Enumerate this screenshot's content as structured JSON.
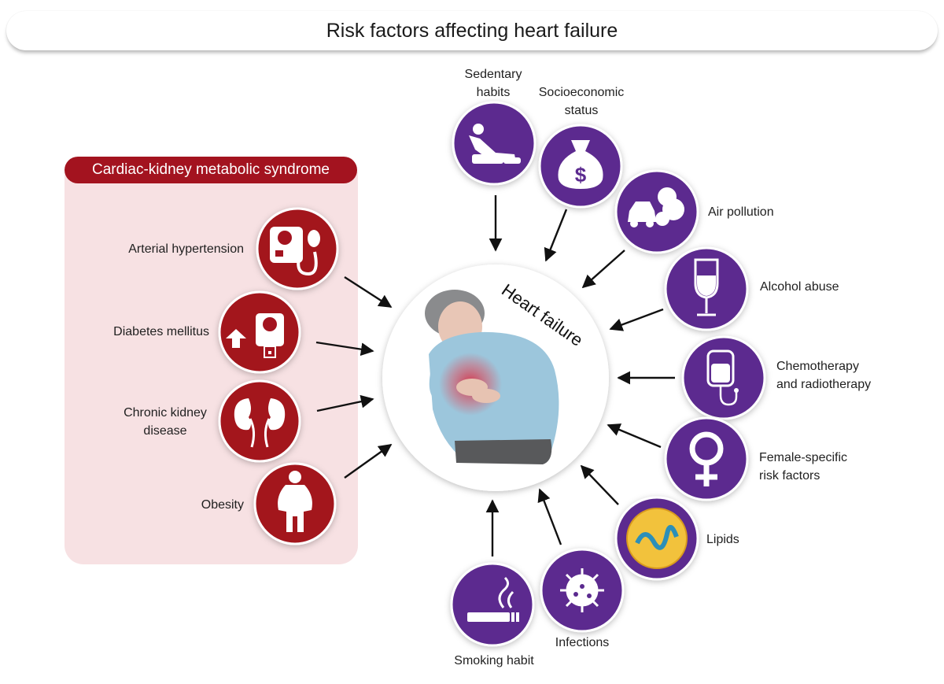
{
  "title": "Risk factors affecting heart failure",
  "center": {
    "label": "Heart failure"
  },
  "cardiac_kidney": {
    "header": "Cardiac-kidney metabolic syndrome",
    "items": [
      {
        "lines": [
          "Arterial hypertension"
        ],
        "icon": "blood-pressure-monitor-icon"
      },
      {
        "lines": [
          "Diabetes mellitus"
        ],
        "icon": "glucose-meter-icon"
      },
      {
        "lines": [
          "Chronic kidney",
          "disease"
        ],
        "icon": "kidneys-icon"
      },
      {
        "lines": [
          "Obesity"
        ],
        "icon": "obese-person-icon"
      }
    ]
  },
  "risk_factors": [
    {
      "lines": [
        "Sedentary",
        "habits"
      ],
      "icon": "recliner-person-icon"
    },
    {
      "lines": [
        "Socioeconomic",
        "status"
      ],
      "icon": "money-bag-icon"
    },
    {
      "lines": [
        "Air pollution"
      ],
      "icon": "car-exhaust-icon"
    },
    {
      "lines": [
        "Alcohol abuse"
      ],
      "icon": "wine-glass-icon"
    },
    {
      "lines": [
        "Chemotherapy",
        "and radiotherapy"
      ],
      "icon": "iv-bag-icon"
    },
    {
      "lines": [
        "Female-specific",
        "risk factors"
      ],
      "icon": "female-symbol-icon"
    },
    {
      "lines": [
        "Lipids"
      ],
      "icon": "lipid-particle-icon"
    },
    {
      "lines": [
        "Infections"
      ],
      "icon": "virus-icon"
    },
    {
      "lines": [
        "Smoking habit"
      ],
      "icon": "cigarette-icon"
    }
  ],
  "colors": {
    "red": "#a3131f",
    "purple": "#5b2a8f",
    "panel_pink": "#f7e1e3"
  }
}
